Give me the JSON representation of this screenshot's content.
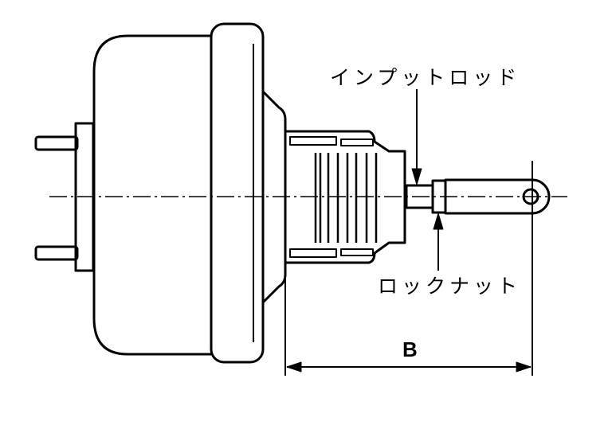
{
  "diagram": {
    "labels": {
      "input_rod": "インプットロッド",
      "lock_nut": "ロックナット",
      "dimension": "B"
    },
    "colors": {
      "line": "#000000",
      "background": "#ffffff"
    }
  }
}
